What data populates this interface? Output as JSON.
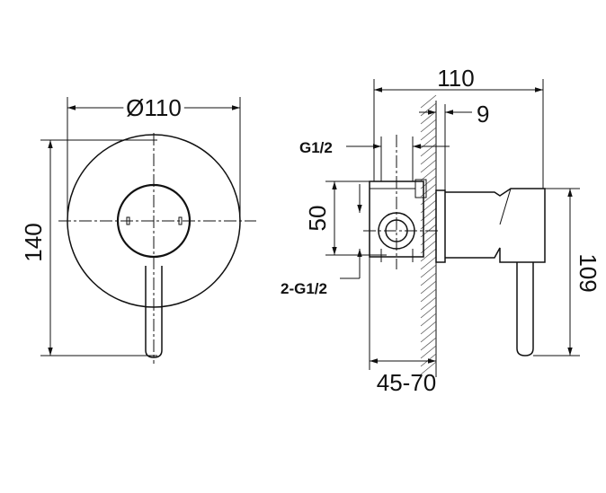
{
  "front_view": {
    "diameter_label": "Ø110",
    "height_label": "140"
  },
  "side_view": {
    "depth_label": "110",
    "plate_label": "9",
    "inlet_label": "G1/2",
    "spacing_label": "50",
    "outlets_label": "2-G1/2",
    "body_height_label": "109",
    "install_depth_label": "45-70"
  }
}
